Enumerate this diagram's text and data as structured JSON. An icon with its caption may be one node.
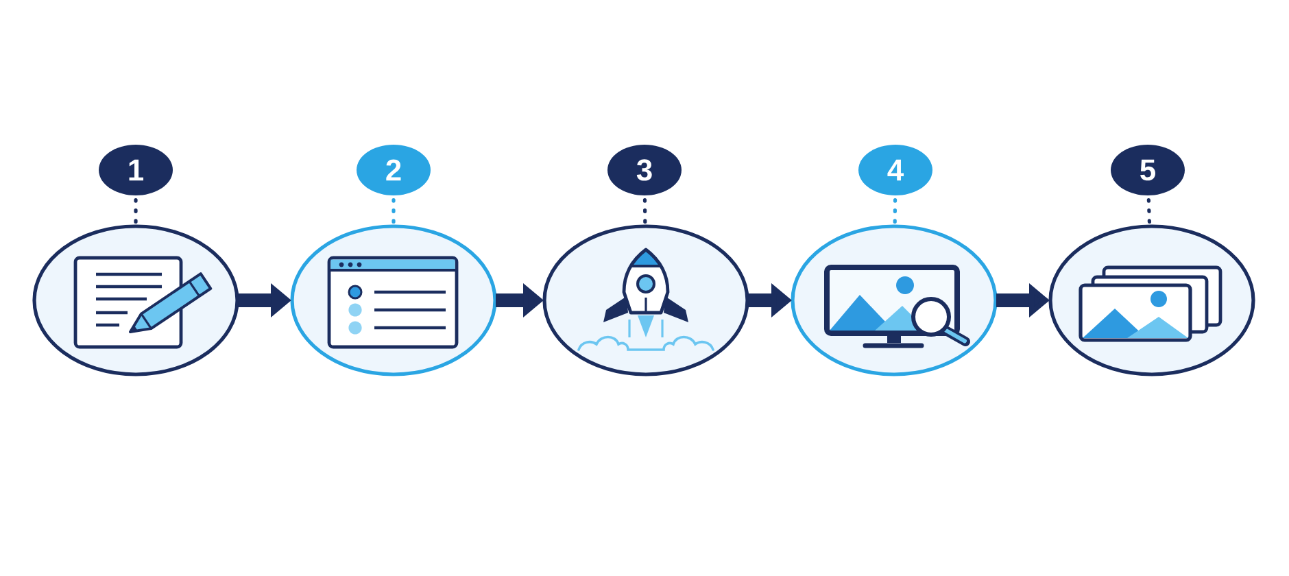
{
  "diagram": {
    "nodes": [
      {
        "text": [
          "1"
        ]
      },
      {
        "text": [
          "2"
        ]
      },
      {
        "text": [
          "3"
        ]
      },
      {
        "text": [
          "4"
        ]
      },
      {
        "text": [
          "5"
        ]
      },
      {
        "text": [],
        "shape": "ellipse"
      },
      {
        "text": [],
        "shape": "ellipse"
      },
      {
        "text": [],
        "shape": "ellipse"
      },
      {
        "text": [],
        "shape": "ellipse"
      },
      {
        "text": [],
        "shape": "ellipse"
      }
    ],
    "edges": [
      {
        "from": 0,
        "to": 5,
        "arrow": "none",
        "style": "dashed"
      },
      {
        "from": 1,
        "to": 6,
        "arrow": "none",
        "style": "dashed",
        "color": "#2aa5e3"
      },
      {
        "from": 2,
        "to": 7,
        "arrow": "none",
        "style": "dashed"
      },
      {
        "from": 3,
        "to": 8,
        "arrow": "none",
        "style": "dashed",
        "color": "#2aa5e3"
      },
      {
        "from": 4,
        "to": 9,
        "arrow": "none",
        "style": "dashed"
      },
      {
        "from": 5,
        "to": 6,
        "arrow": "to",
        "style": "thick"
      },
      {
        "from": 6,
        "to": 7,
        "arrow": "to",
        "style": "thick"
      },
      {
        "from": 7,
        "to": 8,
        "arrow": "to",
        "style": "thick"
      },
      {
        "from": 8,
        "to": 9,
        "arrow": "to",
        "style": "thick"
      }
    ]
  }
}
